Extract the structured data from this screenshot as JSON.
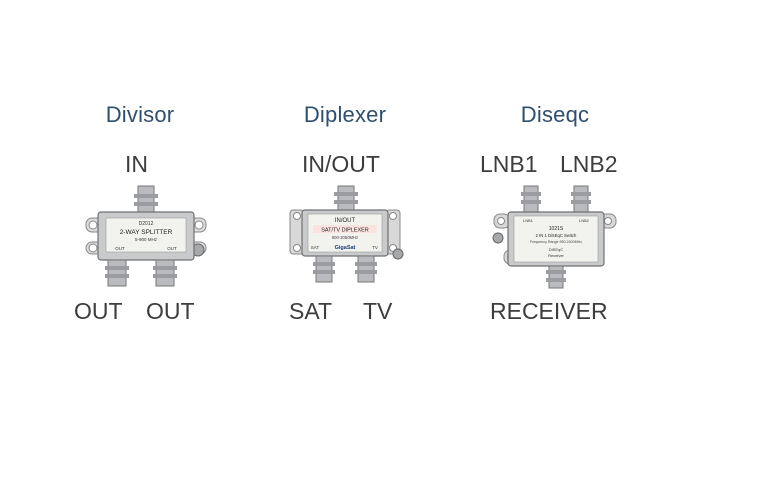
{
  "sections": [
    {
      "title": "Divisor",
      "top_ports": [
        "IN"
      ],
      "bottom_ports": [
        "OUT",
        "OUT"
      ],
      "device_text": [
        "D2012",
        "2-WAY SPLITTER",
        "5-900 MHz",
        "OUT",
        "OUT"
      ]
    },
    {
      "title": "Diplexer",
      "top_ports": [
        "IN/OUT"
      ],
      "bottom_ports": [
        "SAT",
        "TV"
      ],
      "device_text": [
        "IN/OUT",
        "SAT/TV DIPLEXER",
        "900-2050MHz",
        "SAT",
        "GigaSat",
        "TV"
      ]
    },
    {
      "title": "Diseqc",
      "top_ports": [
        "LNB1",
        "LNB2"
      ],
      "bottom_ports": [
        "RECEIVER"
      ],
      "device_text": [
        "LNB1",
        "LNB2",
        "1021S",
        "2 IN 1 DiSEqC Switch",
        "Frequency Range 950-2400MHz",
        "DiSEqC",
        "Receiver"
      ]
    }
  ],
  "colors": {
    "title": "#2f4f6e",
    "port_label": "#3d3d3d",
    "metal": "#c9cacc",
    "sticker": "#f2f2ee"
  }
}
